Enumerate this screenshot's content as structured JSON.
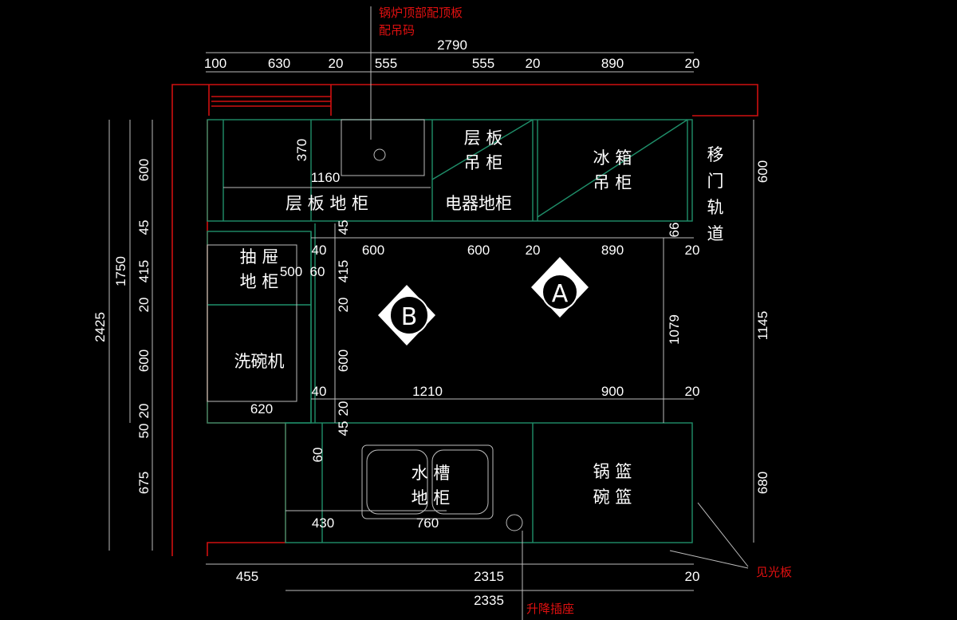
{
  "notes": {
    "boiler_line1": "锅炉顶部配顶板",
    "boiler_line2": "配吊码",
    "visible_panel": "见光板",
    "lift_socket": "升降插座"
  },
  "dims_top": {
    "total": "2790",
    "parts": [
      "100",
      "630",
      "20",
      "555",
      "555",
      "20",
      "890",
      "20"
    ]
  },
  "dims_bottom": {
    "parts": [
      "455",
      "2315",
      "20"
    ],
    "total": "2335"
  },
  "dims_left": {
    "total": "2425",
    "sub": "1750",
    "parts": [
      "600",
      "45",
      "415",
      "20",
      "600",
      "20",
      "50",
      "675"
    ]
  },
  "dims_right": [
    "600",
    "1145",
    "680"
  ],
  "dims_inner": {
    "d370": "370",
    "d1160": "1160",
    "d45a": "45",
    "d66": "66",
    "row1": [
      "40",
      "600",
      "600",
      "20",
      "890",
      "20"
    ],
    "d500": "500",
    "d60a": "60",
    "d415": "415",
    "d20a": "20",
    "d1079": "1079",
    "d600": "600",
    "row2": [
      "40",
      "1210",
      "900",
      "20"
    ],
    "d620": "620",
    "d20b": "20",
    "d45b": "45",
    "d60b": "60",
    "d430": "430",
    "d760": "760"
  },
  "cabinets": {
    "shelf_base": "层 板 地 柜",
    "appliance_base": "电器地柜",
    "shelf_wall_1": "层 板",
    "shelf_wall_2": "吊 柜",
    "fridge_wall_1": "冰 箱",
    "fridge_wall_2": "吊 柜",
    "sliding_track": [
      "移",
      "门",
      "轨",
      "道"
    ],
    "drawer_1": "抽 屉",
    "drawer_2": "地 柜",
    "dishwasher": "洗碗机",
    "sink_1": "水 槽",
    "sink_2": "地 柜",
    "basket_1": "锅 篮",
    "basket_2": "碗 篮"
  },
  "view_markers": {
    "a": "A",
    "b": "B"
  }
}
